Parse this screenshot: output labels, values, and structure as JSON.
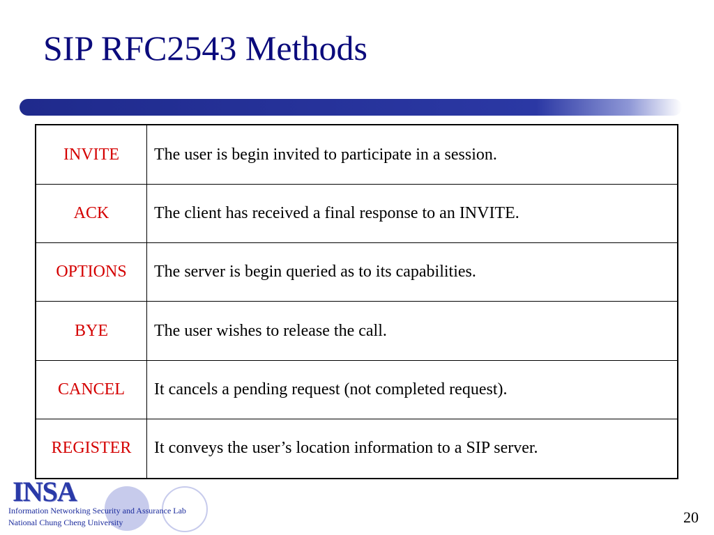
{
  "slide": {
    "title": "SIP RFC2543 Methods",
    "page_number": "20"
  },
  "methods": [
    {
      "name": "INVITE",
      "description": "The user is begin invited to participate in a session."
    },
    {
      "name": "ACK",
      "description": "The client has received a final response to an INVITE."
    },
    {
      "name": "OPTIONS",
      "description": "The server is begin queried as to its capabilities."
    },
    {
      "name": "BYE",
      "description": "The user wishes to release the call."
    },
    {
      "name": "CANCEL",
      "description": "It cancels a pending request (not completed request)."
    },
    {
      "name": "REGISTER",
      "description": "It conveys the user’s location information to a SIP server."
    }
  ],
  "footer": {
    "logo_text": "INSA",
    "lab_name": "Information Networking Security and Assurance Lab",
    "university": "National Chung Cheng University"
  },
  "colors": {
    "title": "#0b0b7c",
    "method_name": "#d40000",
    "bar": "#2b38a4"
  }
}
